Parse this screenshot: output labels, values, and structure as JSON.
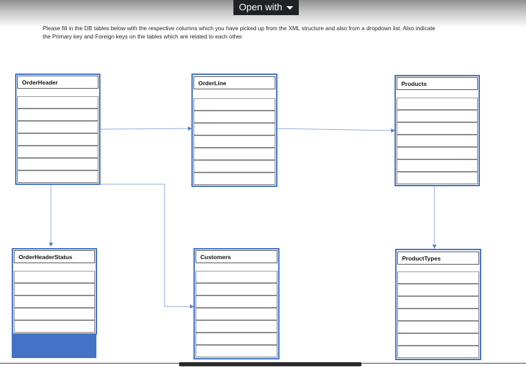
{
  "toolbar": {
    "open_with_label": "Open with",
    "caret_icon": "chevron-down-icon"
  },
  "instructions": {
    "line1": "Please fill in the DB tables below with the respective columns which you have picked up from the XML structure and also from a dropdown list. Also indicate",
    "line2": "the Primary key and Foreign keys on the tables which are related to each other."
  },
  "tables": {
    "order_header": "OrderHeader",
    "order_line": "OrderLine",
    "products": "Products",
    "order_header_status": "OrderHeaderStatus",
    "customers": "Customers",
    "product_types": "ProductTypes"
  },
  "colors": {
    "accent": "#4472c4",
    "connector": "#8eaadb",
    "toolbar_bg": "#202124"
  }
}
